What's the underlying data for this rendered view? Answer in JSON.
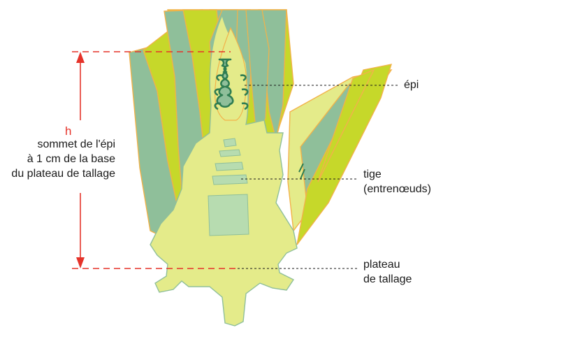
{
  "colors": {
    "measure_line": "#e5332a",
    "leaf_dark": "#8fbf9a",
    "leaf_lime": "#c6d82a",
    "tissue": "#e4eb8a",
    "outline_orange": "#f2b24a",
    "spike": "#2f7d52",
    "text": "#1a1a1a"
  },
  "measure": {
    "h_label": "h",
    "description": [
      "sommet de l'épi",
      "à 1 cm de la base",
      "du plateau de tallage"
    ]
  },
  "labels": {
    "spike": "épi",
    "stem": [
      "tige",
      "(entrenœuds)"
    ],
    "tillering_node": [
      "plateau",
      "de tallage"
    ]
  }
}
